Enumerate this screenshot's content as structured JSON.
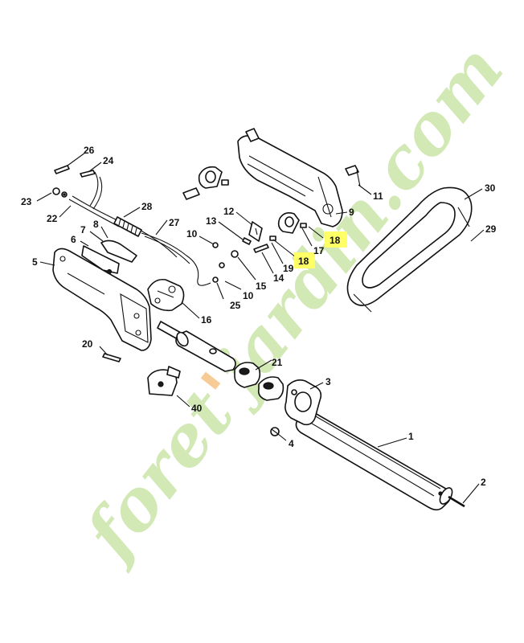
{
  "watermark": {
    "main": "foret",
    "apostrophe": "'",
    "tail": "jardin",
    "suffix": ".com"
  },
  "callouts": [
    {
      "id": "c1",
      "label": "1"
    },
    {
      "id": "c2",
      "label": "2"
    },
    {
      "id": "c3",
      "label": "3"
    },
    {
      "id": "c4",
      "label": "4"
    },
    {
      "id": "c5",
      "label": "5"
    },
    {
      "id": "c6",
      "label": "6"
    },
    {
      "id": "c7",
      "label": "7"
    },
    {
      "id": "c8",
      "label": "8"
    },
    {
      "id": "c9",
      "label": "9"
    },
    {
      "id": "c10a",
      "label": "10"
    },
    {
      "id": "c10b",
      "label": "10"
    },
    {
      "id": "c11",
      "label": "11"
    },
    {
      "id": "c12",
      "label": "12"
    },
    {
      "id": "c13",
      "label": "13"
    },
    {
      "id": "c14",
      "label": "14"
    },
    {
      "id": "c15",
      "label": "15"
    },
    {
      "id": "c16",
      "label": "16"
    },
    {
      "id": "c17",
      "label": "17"
    },
    {
      "id": "c18a",
      "label": "18",
      "highlight": true
    },
    {
      "id": "c18b",
      "label": "18",
      "highlight": true
    },
    {
      "id": "c19",
      "label": "19"
    },
    {
      "id": "c20",
      "label": "20"
    },
    {
      "id": "c21",
      "label": "21"
    },
    {
      "id": "c22",
      "label": "22"
    },
    {
      "id": "c23",
      "label": "23"
    },
    {
      "id": "c24",
      "label": "24"
    },
    {
      "id": "c25",
      "label": "25"
    },
    {
      "id": "c26",
      "label": "26"
    },
    {
      "id": "c27",
      "label": "27"
    },
    {
      "id": "c28",
      "label": "28"
    },
    {
      "id": "c29",
      "label": "29"
    },
    {
      "id": "c30",
      "label": "30"
    },
    {
      "id": "c40",
      "label": "40"
    }
  ],
  "colors": {
    "highlight": "#ffff66",
    "watermark_green": "#9ccf5e",
    "watermark_orange": "#f0a040"
  }
}
